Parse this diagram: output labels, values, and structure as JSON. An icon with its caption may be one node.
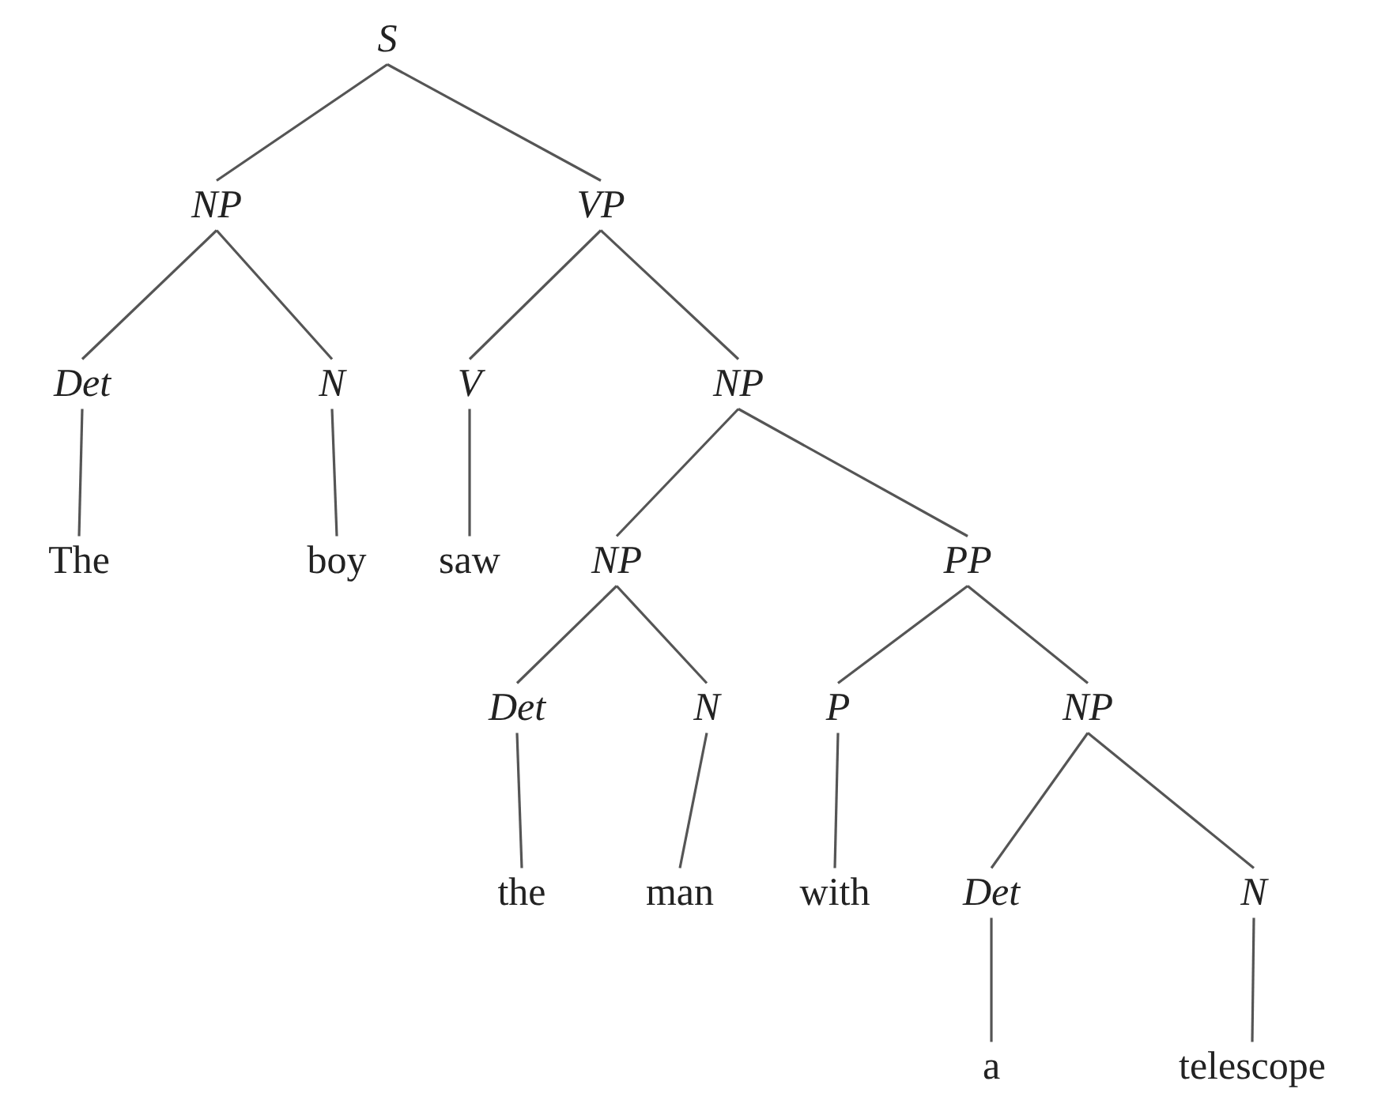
{
  "diagram": {
    "nodes": [
      {
        "text": [
          "S"
        ]
      },
      {
        "text": [
          "NP"
        ]
      },
      {
        "text": [
          "VP"
        ]
      },
      {
        "text": [
          "Det"
        ]
      },
      {
        "text": [
          "N"
        ]
      },
      {
        "text": [
          "V"
        ]
      },
      {
        "text": [
          "NP"
        ]
      },
      {
        "text": [
          "The"
        ]
      },
      {
        "text": [
          "boy"
        ]
      },
      {
        "text": [
          "saw"
        ]
      },
      {
        "text": [
          "NP"
        ]
      },
      {
        "text": [
          "PP"
        ]
      },
      {
        "text": [
          "Det"
        ]
      },
      {
        "text": [
          "N"
        ]
      },
      {
        "text": [
          "P"
        ]
      },
      {
        "text": [
          "NP"
        ]
      },
      {
        "text": [
          "the"
        ]
      },
      {
        "text": [
          "man"
        ]
      },
      {
        "text": [
          "with"
        ]
      },
      {
        "text": [
          "Det"
        ]
      },
      {
        "text": [
          "N"
        ]
      },
      {
        "text": [
          "a"
        ]
      },
      {
        "text": [
          "telescope"
        ]
      }
    ],
    "edges": [
      {
        "from": 0,
        "to": 1,
        "arrow": "none"
      },
      {
        "from": 0,
        "to": 2,
        "arrow": "none"
      },
      {
        "from": 1,
        "to": 3,
        "arrow": "none"
      },
      {
        "from": 1,
        "to": 4,
        "arrow": "none"
      },
      {
        "from": 2,
        "to": 5,
        "arrow": "none"
      },
      {
        "from": 2,
        "to": 6,
        "arrow": "none"
      },
      {
        "from": 3,
        "to": 7,
        "arrow": "none"
      },
      {
        "from": 4,
        "to": 8,
        "arrow": "none"
      },
      {
        "from": 5,
        "to": 9,
        "arrow": "none"
      },
      {
        "from": 6,
        "to": 10,
        "arrow": "none"
      },
      {
        "from": 6,
        "to": 11,
        "arrow": "none"
      },
      {
        "from": 10,
        "to": 12,
        "arrow": "none"
      },
      {
        "from": 10,
        "to": 13,
        "arrow": "none"
      },
      {
        "from": 11,
        "to": 14,
        "arrow": "none"
      },
      {
        "from": 11,
        "to": 15,
        "arrow": "none"
      },
      {
        "from": 12,
        "to": 16,
        "arrow": "none"
      },
      {
        "from": 13,
        "to": 17,
        "arrow": "none"
      },
      {
        "from": 14,
        "to": 18,
        "arrow": "none"
      },
      {
        "from": 15,
        "to": 19,
        "arrow": "none"
      },
      {
        "from": 15,
        "to": 20,
        "arrow": "none"
      },
      {
        "from": 19,
        "to": 21,
        "arrow": "none"
      },
      {
        "from": 20,
        "to": 22,
        "arrow": "none"
      }
    ]
  }
}
